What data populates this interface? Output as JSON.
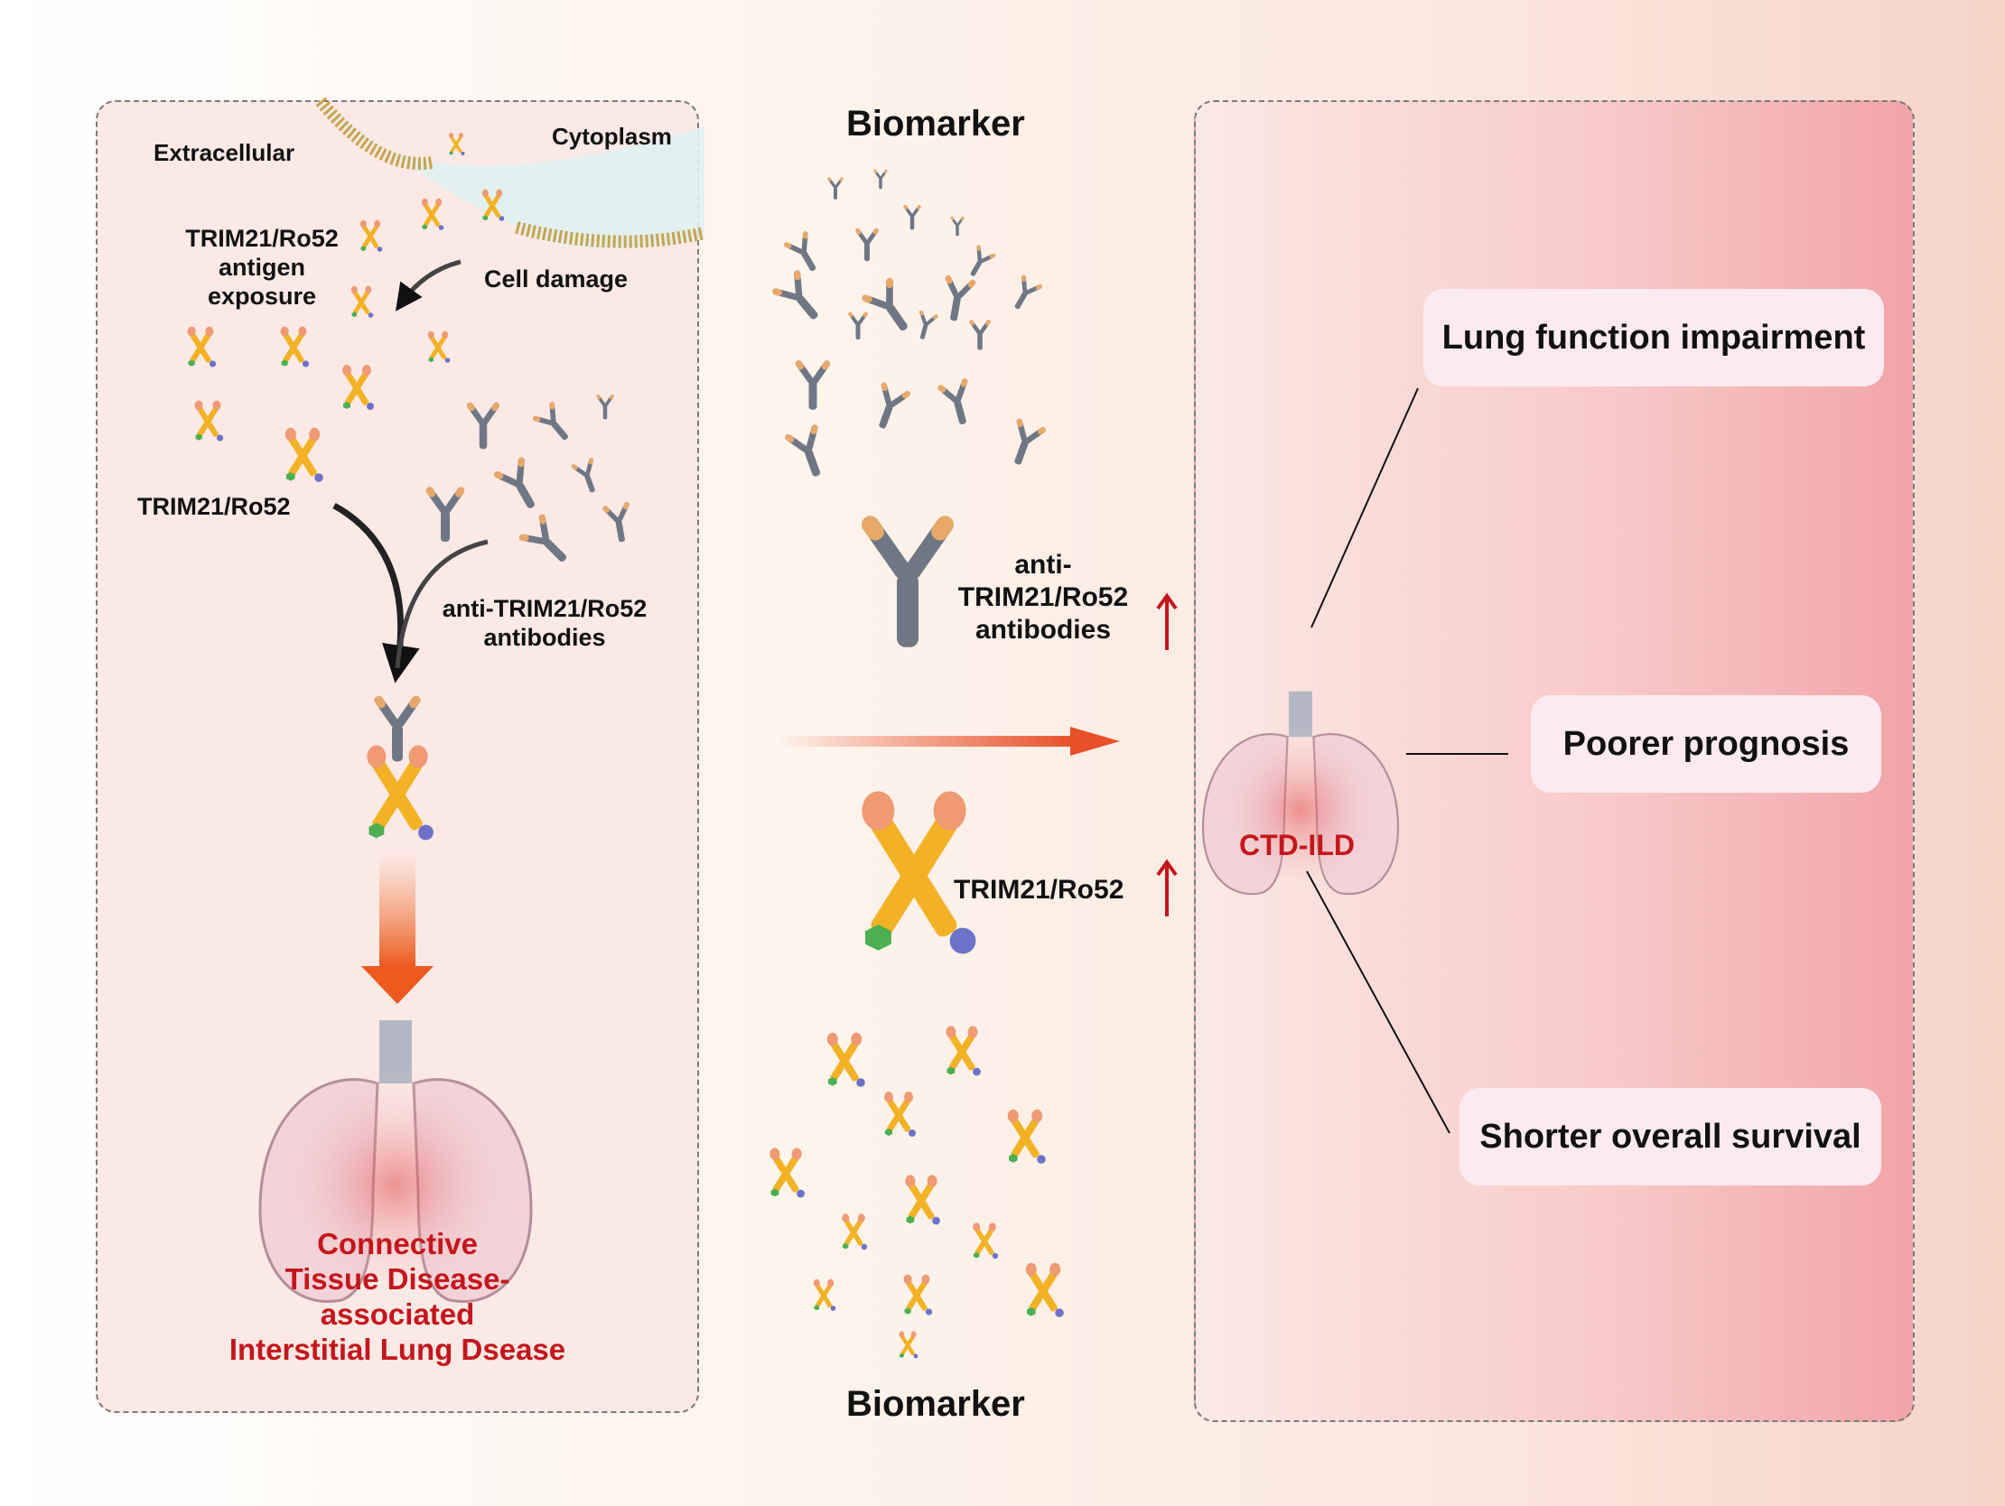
{
  "left_panel": {
    "extracellular": "Extracellular",
    "cytoplasm": "Cytoplasm",
    "antigen_exposure": [
      "TRIM21/Ro52",
      "antigen",
      "exposure"
    ],
    "cell_damage": "Cell damage",
    "trim21_label": "TRIM21/Ro52",
    "antibodies_label": [
      "anti-TRIM21/Ro52",
      "antibodies"
    ],
    "disease": [
      "Connective",
      "Tissue Disease-",
      "associated",
      "Interstitial Lung Dsease"
    ]
  },
  "middle": {
    "biomarker_top": "Biomarker",
    "biomarker_bottom": "Biomarker",
    "antibody_label": [
      "anti-",
      "TRIM21/Ro52",
      "antibodies"
    ],
    "trim_label": "TRIM21/Ro52"
  },
  "right_panel": {
    "ctd_ild": "CTD-ILD",
    "outcomes": [
      "Lung function impairment",
      "Poorer prognosis",
      "Shorter overall survival"
    ]
  },
  "colors": {
    "accent_red": "#c4161c",
    "arrow_orange": "#e8502a",
    "trim_yellow": "#f3b226",
    "antibody_gray": "#6f7785"
  }
}
